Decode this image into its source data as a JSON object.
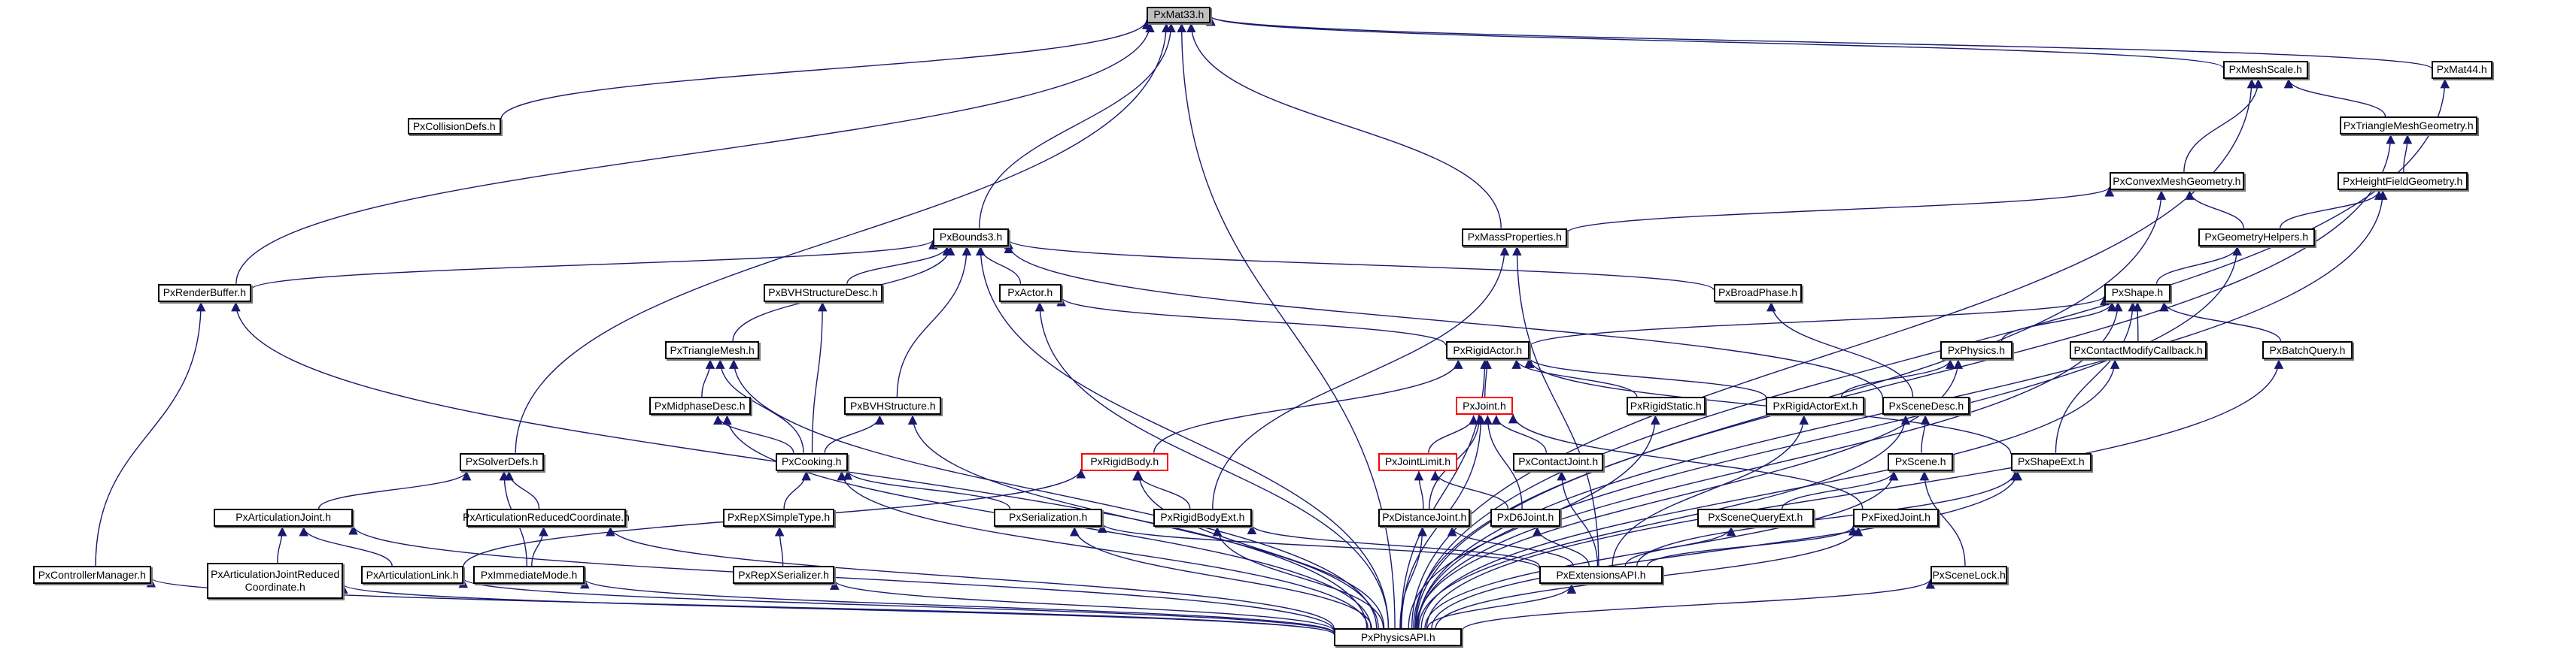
{
  "diagram": {
    "title": "PxMat33.h include dependency graph",
    "colors": {
      "edge": "#191970",
      "root_fill": "#bfbfbf",
      "incomplete_border": "#ff0000",
      "node_border": "#000000"
    },
    "nodes": [
      {
        "id": "PxMat33",
        "label": "PxMat33.h",
        "kind": "root"
      },
      {
        "id": "PxCollisionDefs",
        "label": "PxCollisionDefs.h"
      },
      {
        "id": "PxMeshScale",
        "label": "PxMeshScale.h"
      },
      {
        "id": "PxMat44",
        "label": "PxMat44.h"
      },
      {
        "id": "PxTriangleMeshGeometry",
        "label": "PxTriangleMeshGeometry.h"
      },
      {
        "id": "PxConvexMeshGeometry",
        "label": "PxConvexMeshGeometry.h"
      },
      {
        "id": "PxHeightFieldGeometry",
        "label": "PxHeightFieldGeometry.h"
      },
      {
        "id": "PxBounds3",
        "label": "PxBounds3.h"
      },
      {
        "id": "PxMassProperties",
        "label": "PxMassProperties.h"
      },
      {
        "id": "PxGeometryHelpers",
        "label": "PxGeometryHelpers.h"
      },
      {
        "id": "PxRenderBuffer",
        "label": "PxRenderBuffer.h"
      },
      {
        "id": "PxBVHStructureDesc",
        "label": "PxBVHStructureDesc.h"
      },
      {
        "id": "PxActor",
        "label": "PxActor.h"
      },
      {
        "id": "PxBroadPhase",
        "label": "PxBroadPhase.h"
      },
      {
        "id": "PxShape",
        "label": "PxShape.h"
      },
      {
        "id": "PxTriangleMesh",
        "label": "PxTriangleMesh.h"
      },
      {
        "id": "PxRigidActor",
        "label": "PxRigidActor.h"
      },
      {
        "id": "PxPhysics",
        "label": "PxPhysics.h"
      },
      {
        "id": "PxContactModifyCallback",
        "label": "PxContactModifyCallback.h"
      },
      {
        "id": "PxBatchQuery",
        "label": "PxBatchQuery.h"
      },
      {
        "id": "PxMidphaseDesc",
        "label": "PxMidphaseDesc.h"
      },
      {
        "id": "PxBVHStructure",
        "label": "PxBVHStructure.h"
      },
      {
        "id": "PxJoint",
        "label": "PxJoint.h",
        "kind": "incomplete"
      },
      {
        "id": "PxRigidStatic",
        "label": "PxRigidStatic.h"
      },
      {
        "id": "PxRigidActorExt",
        "label": "PxRigidActorExt.h"
      },
      {
        "id": "PxSceneDesc",
        "label": "PxSceneDesc.h"
      },
      {
        "id": "PxSolverDefs",
        "label": "PxSolverDefs.h"
      },
      {
        "id": "PxCooking",
        "label": "PxCooking.h"
      },
      {
        "id": "PxRigidBody",
        "label": "PxRigidBody.h",
        "kind": "incomplete"
      },
      {
        "id": "PxJointLimit",
        "label": "PxJointLimit.h",
        "kind": "incomplete"
      },
      {
        "id": "PxContactJoint",
        "label": "PxContactJoint.h"
      },
      {
        "id": "PxScene",
        "label": "PxScene.h"
      },
      {
        "id": "PxShapeExt",
        "label": "PxShapeExt.h"
      },
      {
        "id": "PxArticulationJoint",
        "label": "PxArticulationJoint.h"
      },
      {
        "id": "PxArticulationReducedCoordinate",
        "label": "PxArticulationReducedCoordinate.h"
      },
      {
        "id": "PxRepXSimpleType",
        "label": "PxRepXSimpleType.h"
      },
      {
        "id": "PxSerialization",
        "label": "PxSerialization.h"
      },
      {
        "id": "PxRigidBodyExt",
        "label": "PxRigidBodyExt.h"
      },
      {
        "id": "PxDistanceJoint",
        "label": "PxDistanceJoint.h"
      },
      {
        "id": "PxD6Joint",
        "label": "PxD6Joint.h"
      },
      {
        "id": "PxSceneQueryExt",
        "label": "PxSceneQueryExt.h"
      },
      {
        "id": "PxFixedJoint",
        "label": "PxFixedJoint.h"
      },
      {
        "id": "PxControllerManager",
        "label": "PxControllerManager.h"
      },
      {
        "id": "PxArticulationJointReducedCoordinate",
        "label": "PxArticulationJointReduced\nCoordinate.h"
      },
      {
        "id": "PxArticulationLink",
        "label": "PxArticulationLink.h"
      },
      {
        "id": "PxImmediateMode",
        "label": "PxImmediateMode.h"
      },
      {
        "id": "PxRepXSerializer",
        "label": "PxRepXSerializer.h"
      },
      {
        "id": "PxExtensionsAPI",
        "label": "PxExtensionsAPI.h"
      },
      {
        "id": "PxSceneLock",
        "label": "PxSceneLock.h"
      },
      {
        "id": "PxPhysicsAPI",
        "label": "PxPhysicsAPI.h"
      }
    ],
    "edges": [
      [
        "PxCollisionDefs",
        "PxMat33"
      ],
      [
        "PxMeshScale",
        "PxMat33"
      ],
      [
        "PxMat44",
        "PxMat33"
      ],
      [
        "PxBounds3",
        "PxMat33"
      ],
      [
        "PxMassProperties",
        "PxMat33"
      ],
      [
        "PxRenderBuffer",
        "PxMat33"
      ],
      [
        "PxSolverDefs",
        "PxMat33"
      ],
      [
        "PxPhysicsAPI",
        "PxMat33"
      ],
      [
        "PxConvexMeshGeometry",
        "PxMeshScale"
      ],
      [
        "PxTriangleMeshGeometry",
        "PxMeshScale"
      ],
      [
        "PxPhysicsAPI",
        "PxMeshScale"
      ],
      [
        "PxPhysicsAPI",
        "PxMat44"
      ],
      [
        "PxHeightFieldGeometry",
        "PxTriangleMeshGeometry"
      ],
      [
        "PxPhysicsAPI",
        "PxTriangleMeshGeometry"
      ],
      [
        "PxMassProperties",
        "PxConvexMeshGeometry"
      ],
      [
        "PxGeometryHelpers",
        "PxConvexMeshGeometry"
      ],
      [
        "PxPhysicsAPI",
        "PxConvexMeshGeometry"
      ],
      [
        "PxGeometryHelpers",
        "PxHeightFieldGeometry"
      ],
      [
        "PxPhysicsAPI",
        "PxHeightFieldGeometry"
      ],
      [
        "PxShape",
        "PxGeometryHelpers"
      ],
      [
        "PxPhysicsAPI",
        "PxGeometryHelpers"
      ],
      [
        "PxRenderBuffer",
        "PxBounds3"
      ],
      [
        "PxBVHStructureDesc",
        "PxBounds3"
      ],
      [
        "PxActor",
        "PxBounds3"
      ],
      [
        "PxBroadPhase",
        "PxBounds3"
      ],
      [
        "PxTriangleMesh",
        "PxBounds3"
      ],
      [
        "PxBVHStructure",
        "PxBounds3"
      ],
      [
        "PxSceneDesc",
        "PxBounds3"
      ],
      [
        "PxPhysicsAPI",
        "PxBounds3"
      ],
      [
        "PxRigidBodyExt",
        "PxMassProperties"
      ],
      [
        "PxExtensionsAPI",
        "PxMassProperties"
      ],
      [
        "PxControllerManager",
        "PxRenderBuffer"
      ],
      [
        "PxPhysicsAPI",
        "PxRenderBuffer"
      ],
      [
        "PxCooking",
        "PxBVHStructureDesc"
      ],
      [
        "PxRigidActor",
        "PxActor"
      ],
      [
        "PxPhysicsAPI",
        "PxActor"
      ],
      [
        "PxSceneDesc",
        "PxBroadPhase"
      ],
      [
        "PxRigidActor",
        "PxShape"
      ],
      [
        "PxPhysics",
        "PxShape"
      ],
      [
        "PxContactModifyCallback",
        "PxShape"
      ],
      [
        "PxBatchQuery",
        "PxShape"
      ],
      [
        "PxShapeExt",
        "PxShape"
      ],
      [
        "PxPhysicsAPI",
        "PxShape"
      ],
      [
        "PxMidphaseDesc",
        "PxTriangleMesh"
      ],
      [
        "PxCooking",
        "PxTriangleMesh"
      ],
      [
        "PxPhysicsAPI",
        "PxTriangleMesh"
      ],
      [
        "PxJoint",
        "PxRigidActor"
      ],
      [
        "PxRigidStatic",
        "PxRigidActor"
      ],
      [
        "PxRigidActorExt",
        "PxRigidActor"
      ],
      [
        "PxRigidBody",
        "PxRigidActor"
      ],
      [
        "PxShapeExt",
        "PxRigidActor"
      ],
      [
        "PxPhysicsAPI",
        "PxRigidActor"
      ],
      [
        "PxRigidActorExt",
        "PxPhysics"
      ],
      [
        "PxPhysicsAPI",
        "PxPhysics"
      ],
      [
        "PxPhysicsAPI",
        "PxContactModifyCallback"
      ],
      [
        "PxPhysicsAPI",
        "PxBatchQuery"
      ],
      [
        "PxCooking",
        "PxMidphaseDesc"
      ],
      [
        "PxPhysicsAPI",
        "PxMidphaseDesc"
      ],
      [
        "PxCooking",
        "PxBVHStructure"
      ],
      [
        "PxPhysicsAPI",
        "PxBVHStructure"
      ],
      [
        "PxJointLimit",
        "PxJoint"
      ],
      [
        "PxContactJoint",
        "PxJoint"
      ],
      [
        "PxDistanceJoint",
        "PxJoint"
      ],
      [
        "PxD6Joint",
        "PxJoint"
      ],
      [
        "PxFixedJoint",
        "PxJoint"
      ],
      [
        "PxPhysicsAPI",
        "PxJoint"
      ],
      [
        "PxPhysicsAPI",
        "PxRigidStatic"
      ],
      [
        "PxExtensionsAPI",
        "PxRigidActorExt"
      ],
      [
        "PxScene",
        "PxSceneDesc"
      ],
      [
        "PxPhysicsAPI",
        "PxSceneDesc"
      ],
      [
        "PxArticulationJoint",
        "PxSolverDefs"
      ],
      [
        "PxArticulationReducedCoordinate",
        "PxSolverDefs"
      ],
      [
        "PxImmediateMode",
        "PxSolverDefs"
      ],
      [
        "PxRepXSimpleType",
        "PxCooking"
      ],
      [
        "PxSerialization",
        "PxCooking"
      ],
      [
        "PxPhysicsAPI",
        "PxCooking"
      ],
      [
        "PxRigidBodyExt",
        "PxRigidBody"
      ],
      [
        "PxArticulationLink",
        "PxRigidBody"
      ],
      [
        "PxPhysicsAPI",
        "PxRigidBody"
      ],
      [
        "PxDistanceJoint",
        "PxJointLimit"
      ],
      [
        "PxD6Joint",
        "PxJointLimit"
      ],
      [
        "PxExtensionsAPI",
        "PxContactJoint"
      ],
      [
        "PxSceneQueryExt",
        "PxScene"
      ],
      [
        "PxSceneLock",
        "PxScene"
      ],
      [
        "PxPhysicsAPI",
        "PxScene"
      ],
      [
        "PxExtensionsAPI",
        "PxShapeExt"
      ],
      [
        "PxPhysicsAPI",
        "PxShapeExt"
      ],
      [
        "PxArticulationJointReducedCoordinate",
        "PxArticulationJoint"
      ],
      [
        "PxArticulationLink",
        "PxArticulationJoint"
      ],
      [
        "PxPhysicsAPI",
        "PxArticulationJoint"
      ],
      [
        "PxImmediateMode",
        "PxArticulationReducedCoordinate"
      ],
      [
        "PxPhysicsAPI",
        "PxArticulationReducedCoordinate"
      ],
      [
        "PxRepXSerializer",
        "PxRepXSimpleType"
      ],
      [
        "PxExtensionsAPI",
        "PxSerialization"
      ],
      [
        "PxPhysicsAPI",
        "PxSerialization"
      ],
      [
        "PxExtensionsAPI",
        "PxRigidBodyExt"
      ],
      [
        "PxPhysicsAPI",
        "PxRigidBodyExt"
      ],
      [
        "PxExtensionsAPI",
        "PxDistanceJoint"
      ],
      [
        "PxPhysicsAPI",
        "PxDistanceJoint"
      ],
      [
        "PxExtensionsAPI",
        "PxD6Joint"
      ],
      [
        "PxExtensionsAPI",
        "PxSceneQueryExt"
      ],
      [
        "PxExtensionsAPI",
        "PxFixedJoint"
      ],
      [
        "PxPhysicsAPI",
        "PxFixedJoint"
      ],
      [
        "PxPhysicsAPI",
        "PxControllerManager"
      ],
      [
        "PxPhysicsAPI",
        "PxArticulationJointReducedCoordinate"
      ],
      [
        "PxPhysicsAPI",
        "PxArticulationLink"
      ],
      [
        "PxPhysicsAPI",
        "PxImmediateMode"
      ],
      [
        "PxPhysicsAPI",
        "PxRepXSerializer"
      ],
      [
        "PxPhysicsAPI",
        "PxExtensionsAPI"
      ],
      [
        "PxPhysicsAPI",
        "PxSceneLock"
      ]
    ]
  }
}
